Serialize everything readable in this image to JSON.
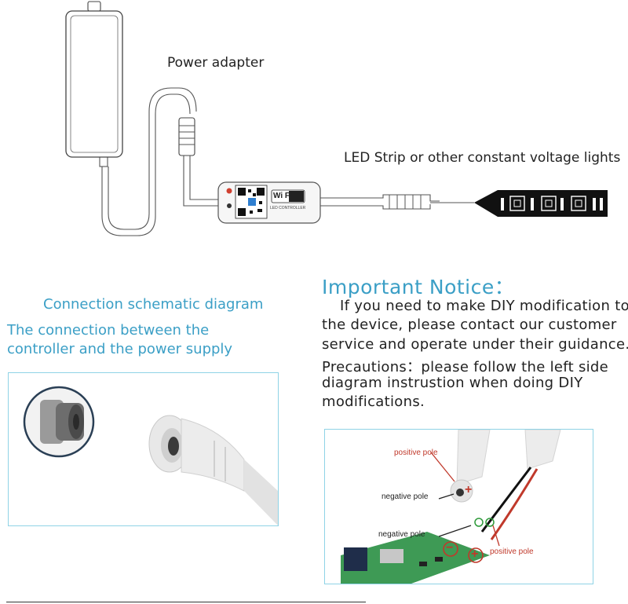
{
  "top": {
    "power_adapter_label": "Power adapter",
    "led_strip_label": "LED Strip or other constant voltage lights",
    "controller_wifi": "Wi Fi",
    "controller_label": "LED CONTROLLER"
  },
  "schematic": {
    "title": "Connection schematic diagram",
    "subtitle_line1": "The connection between the",
    "subtitle_line2": "controller and the power supply"
  },
  "notice": {
    "title": "Important Notice：",
    "lines": [
      "If you need to make DIY modification to",
      "the device, please contact our customer",
      "service and operate under their guidance.",
      "Precautions：please follow the left side",
      "diagram instrustion when doing DIY",
      "modifications."
    ]
  },
  "diy_photo": {
    "labels": {
      "positive_top": "positive pole",
      "negative_top": "negative pole",
      "negative_bottom": "negative pole",
      "positive_bottom": "positive pole"
    },
    "signs": {
      "plus": "+",
      "minus": "−"
    }
  },
  "colors": {
    "accent": "#3b9fc6",
    "frame": "#8fd3e6",
    "pole_red": "#c0392b"
  }
}
